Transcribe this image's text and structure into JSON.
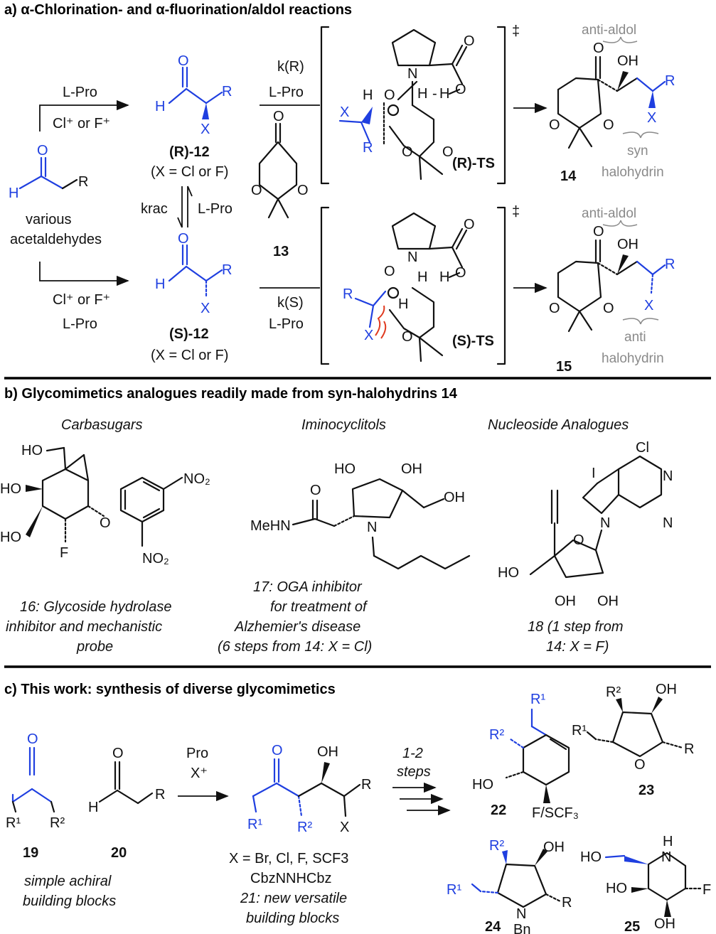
{
  "panel_a": {
    "title": "a) α-Chlorination- and α-fluorination/aldol reactions",
    "arrow_top_reagent1": "L-Pro",
    "arrow_top_reagent2": "Cl⁺ or F⁺",
    "arrow_bottom_reagent1": "Cl⁺ or F⁺",
    "arrow_bottom_reagent2": "L-Pro",
    "start_label1": "various",
    "start_label2": "acetaldehydes",
    "r12": "(R)-12",
    "s12": "(S)-12",
    "x_note": "(X = Cl or F)",
    "krac": "krac",
    "lpro_mid": "L-Pro",
    "k_r": "k(R)",
    "k_s": "k(S)",
    "lpro": "L-Pro",
    "cmpd13": "13",
    "rts": "(R)-TS",
    "sts": "(S)-TS",
    "dagger": "‡",
    "anti_aldol": "anti-aldol",
    "syn": "syn",
    "anti": "anti",
    "halohydrin": "halohydrin",
    "cmpd14": "14",
    "cmpd15": "15"
  },
  "panel_b": {
    "title": "b) Glycomimetics analogues readily made from syn-halohydrins 14",
    "cat1": "Carbasugars",
    "cat2": "Iminocyclitols",
    "cat3": "Nucleoside Analogues",
    "c16_l1": "16: Glycoside hydrolase",
    "c16_l2": "inhibitor and mechanistic",
    "c16_l3": "probe",
    "c17_l1": "17: OGA inhibitor",
    "c17_l2": "for treatment of",
    "c17_l3": "Alzhemier's disease",
    "c17_l4": "(6 steps from 14: X = Cl)",
    "c18_l1": "18 (1 step from",
    "c18_l2": "14: X = F)"
  },
  "panel_c": {
    "title": "c) This work: synthesis of diverse glycomimetics",
    "reagent1": "Pro",
    "reagent2": "X⁺",
    "steps1": "1-2",
    "steps2": "steps",
    "cmpd19": "19",
    "cmpd20": "20",
    "cmpd21_x": "X = Br, Cl, F, SCF3",
    "cmpd21_x2": "CbzNNHCbz",
    "cmpd21_l1": "21: new versatile",
    "cmpd21_l2": "building blocks",
    "simple1": "simple achiral",
    "simple2": "building blocks",
    "cmpd22": "22",
    "cmpd23": "23",
    "cmpd24": "24",
    "cmpd25": "25"
  },
  "colors": {
    "blue": "#1f3fe0",
    "gray": "#8a8a8a",
    "red": "#e03a1f",
    "black": "#111111"
  }
}
